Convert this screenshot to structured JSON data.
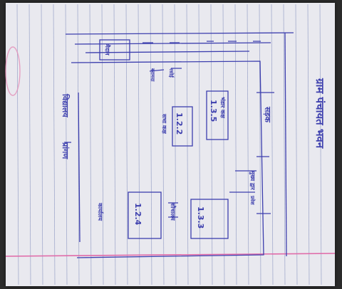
{
  "image": {
    "description_free": true
  },
  "sheet": {
    "ink_color": "#3d3fae",
    "ruled_line_color": "#9aa3c8",
    "margin_line_color": "#e06aa8",
    "paper_color": "#e9e9ef"
  },
  "handwriting": {
    "heading": "ग्राम पंचायत भवन",
    "road_label": "सड़क",
    "left_label": "विद्यालय",
    "left_label_2": "प्रांगण",
    "room_1_label": "1.3.5",
    "room_1_caption": "भंडार कक्ष",
    "room_2_label": "1.2.2",
    "room_2_caption": "सभा कक्ष",
    "room_3_label": "1.2.4",
    "room_3_caption": "कार्यालय",
    "room_4_label": "1.3.3",
    "room_4_caption": "शौचालय",
    "gate_label": "मुख्य द्वार",
    "top_label": "मैदान",
    "side_label_1": "बरामदा",
    "side_label_2": "रसोई",
    "side_label_3": "प्रवेश"
  }
}
